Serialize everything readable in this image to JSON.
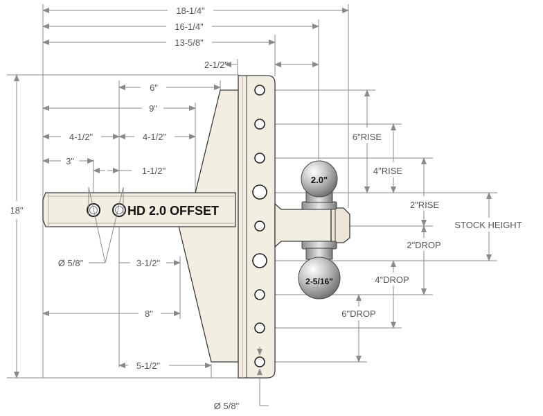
{
  "colors": {
    "part_fill": "#f3eee2",
    "part_stroke": "#3a3a3a",
    "dim_line": "#8a8a8a",
    "dim_text": "#555555",
    "ball_chrome": "#b9b9b9",
    "background": "#ffffff"
  },
  "labels": {
    "overall_length": "18-1/4\"",
    "length_to_ball": "16-1/4\"",
    "length_to_shank_end": "13-5/8\"",
    "head_offset": "2-1/2\"",
    "gusset_6": "6\"",
    "gusset_9": "9\"",
    "hole_first_left": "4-1/2\"",
    "hole_first_right": "4-1/2\"",
    "hole_3": "3\"",
    "hole_spacing": "1-1/2\"",
    "shank_text": "HD 2.0 OFFSET",
    "pin_hole_dia_shank": "Ø 5/8\"",
    "gusset_lower": "3-1/2\"",
    "lower_8": "8\"",
    "lower_bottom": "5-1/2\"",
    "pin_hole_dia_plate": "Ø 5/8\"",
    "overall_height": "18\"",
    "rise_6": "6\"RISE",
    "rise_4": "4\"RISE",
    "rise_2": "2\"RISE",
    "stock_height": "STOCK HEIGHT",
    "drop_2": "2\"DROP",
    "drop_4": "4\"DROP",
    "drop_6": "6\"DROP",
    "ball_top": "2.0\"",
    "ball_bottom": "2-5/16\""
  }
}
